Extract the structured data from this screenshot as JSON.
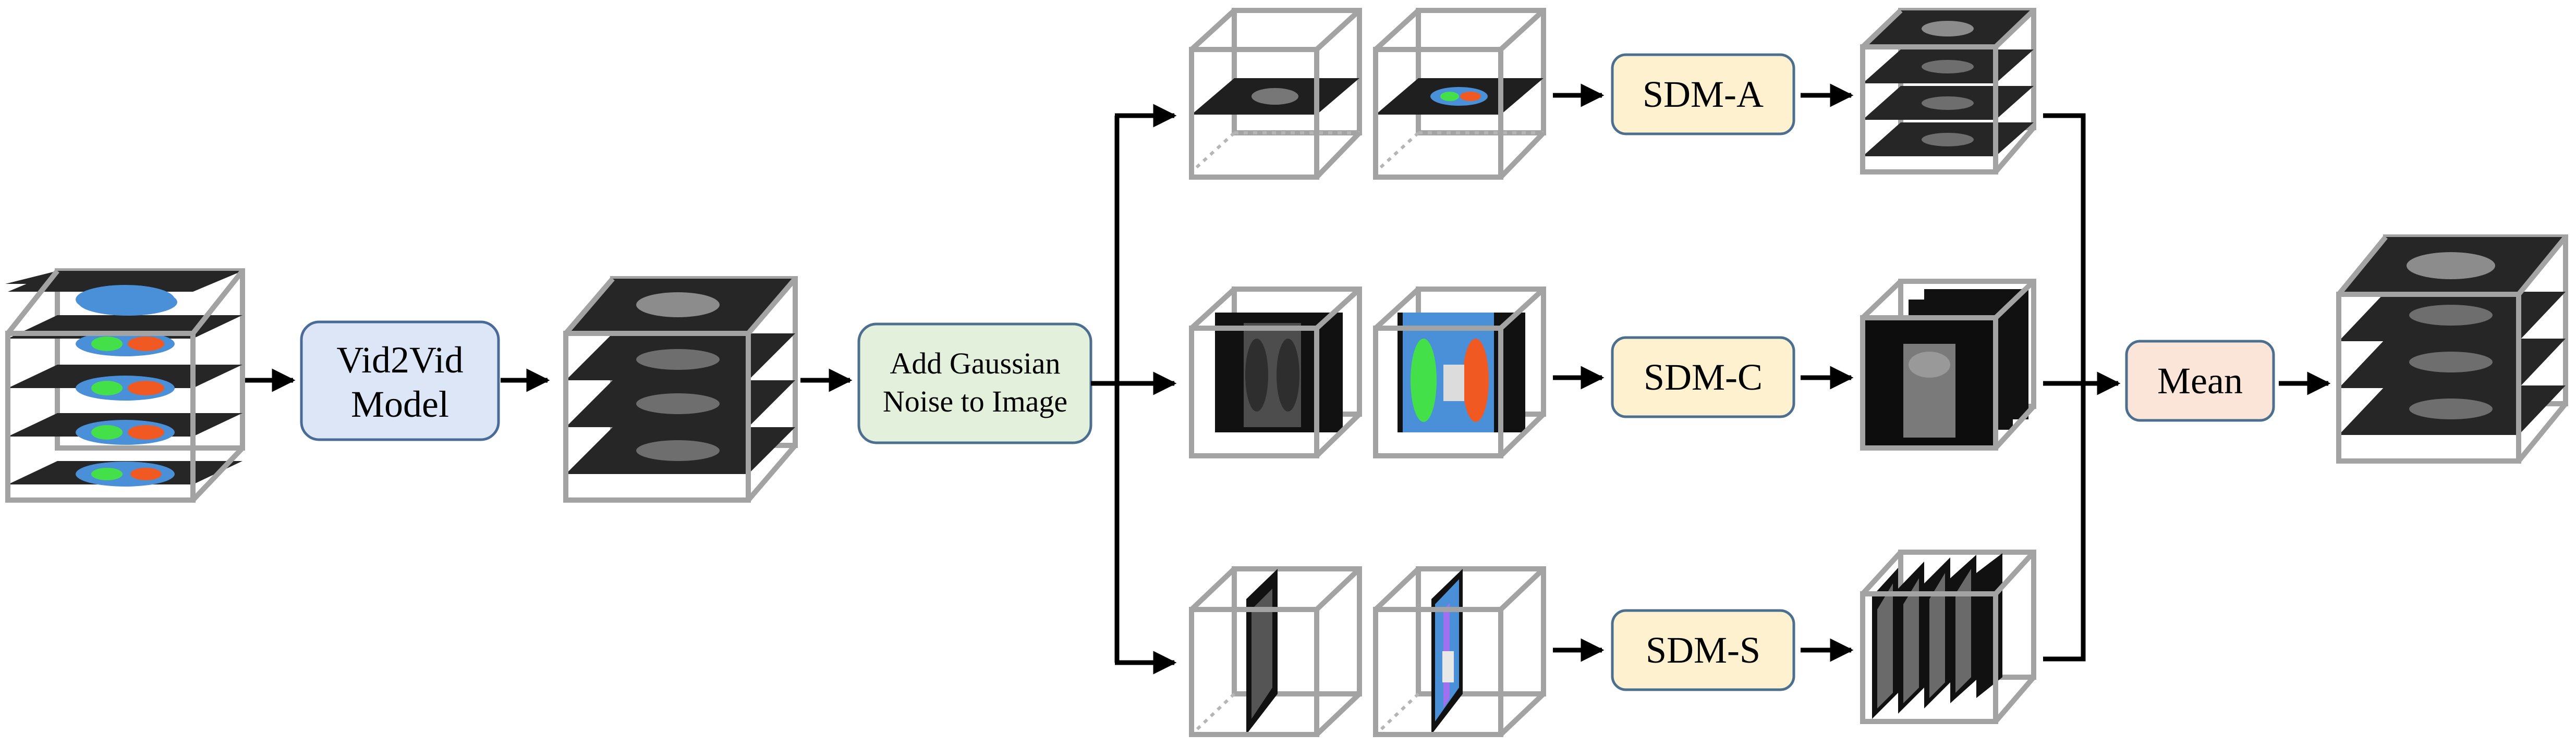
{
  "colors": {
    "vid2vid_box": "#dde6f6",
    "vid2vid_border": "#4a6b97",
    "noise_box": "#e3f0dc",
    "noise_border": "#4c6f90",
    "sdm_box": "#fdf1cf",
    "sdm_border": "#4c6f90",
    "mean_box": "#fbe4d8",
    "mean_border": "#4c6f90",
    "arrow": "#000000",
    "cube_frame": "#a3a3a3",
    "slice": "#2a2a2a",
    "seg_blue": "#4a90d9",
    "seg_green": "#44e04a",
    "seg_orange": "#f05a22"
  },
  "nodes": {
    "vid2vid": {
      "line1": "Vid2Vid",
      "line2": "Model"
    },
    "noise": {
      "line1": "Add Gaussian",
      "line2": "Noise to Image"
    },
    "sdm_a": {
      "label": "SDM-A"
    },
    "sdm_c": {
      "label": "SDM-C"
    },
    "sdm_s": {
      "label": "SDM-S"
    },
    "mean": {
      "label": "Mean"
    }
  },
  "icons": [
    "input-segmentation-volume-icon",
    "vid2vid-output-volume-icon",
    "axial-ct-slice-cube-icon",
    "axial-mask-slice-cube-icon",
    "coronal-ct-slice-cube-icon",
    "coronal-mask-slice-cube-icon",
    "sagittal-ct-slice-cube-icon",
    "sagittal-mask-slice-cube-icon",
    "sdm-a-output-volume-icon",
    "sdm-c-output-volume-icon",
    "sdm-s-output-volume-icon",
    "final-output-volume-icon"
  ]
}
